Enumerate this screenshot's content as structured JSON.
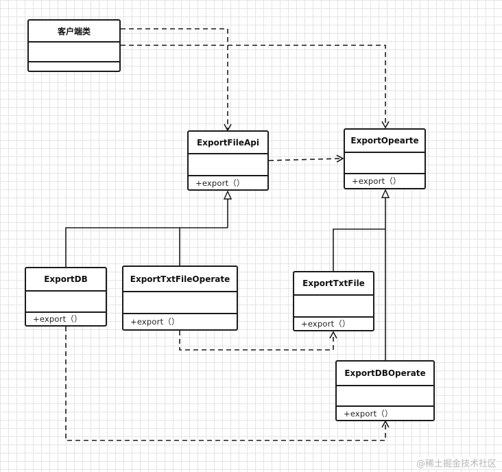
{
  "diagram": {
    "type": "UML class diagram",
    "classes": {
      "client": {
        "name": "客户端类",
        "operation": ""
      },
      "export_file_api": {
        "name": "ExportFileApi",
        "operation": "+export（）"
      },
      "export_opearte": {
        "name": "ExportOpearte",
        "operation": "+export（）"
      },
      "export_db": {
        "name": "ExportDB",
        "operation": "+export（）"
      },
      "export_txt_file_operate": {
        "name": "ExportTxtFileOperate",
        "operation": "+export（）"
      },
      "export_txt_file": {
        "name": "ExportTxtFile",
        "operation": "+export（）"
      },
      "export_db_operate": {
        "name": "ExportDBOperate",
        "operation": "+export（）"
      }
    },
    "relations": [
      {
        "from": "客户端类",
        "to": "ExportFileApi",
        "kind": "dependency"
      },
      {
        "from": "客户端类",
        "to": "ExportOpearte",
        "kind": "dependency"
      },
      {
        "from": "ExportFileApi",
        "to": "ExportOpearte",
        "kind": "dependency"
      },
      {
        "from": "ExportDB",
        "to": "ExportFileApi",
        "kind": "generalization"
      },
      {
        "from": "ExportTxtFileOperate",
        "to": "ExportFileApi",
        "kind": "generalization"
      },
      {
        "from": "ExportTxtFile",
        "to": "ExportOpearte",
        "kind": "generalization"
      },
      {
        "from": "ExportDBOperate",
        "to": "ExportOpearte",
        "kind": "generalization"
      },
      {
        "from": "ExportTxtFileOperate",
        "to": "ExportTxtFile",
        "kind": "dependency"
      },
      {
        "from": "ExportDB",
        "to": "ExportDBOperate",
        "kind": "dependency"
      }
    ],
    "colors": {
      "line": "#1a1a1a",
      "grid": "#e4e4e4",
      "background": "#ffffff"
    }
  },
  "watermark": "@稀土掘金技术社区"
}
